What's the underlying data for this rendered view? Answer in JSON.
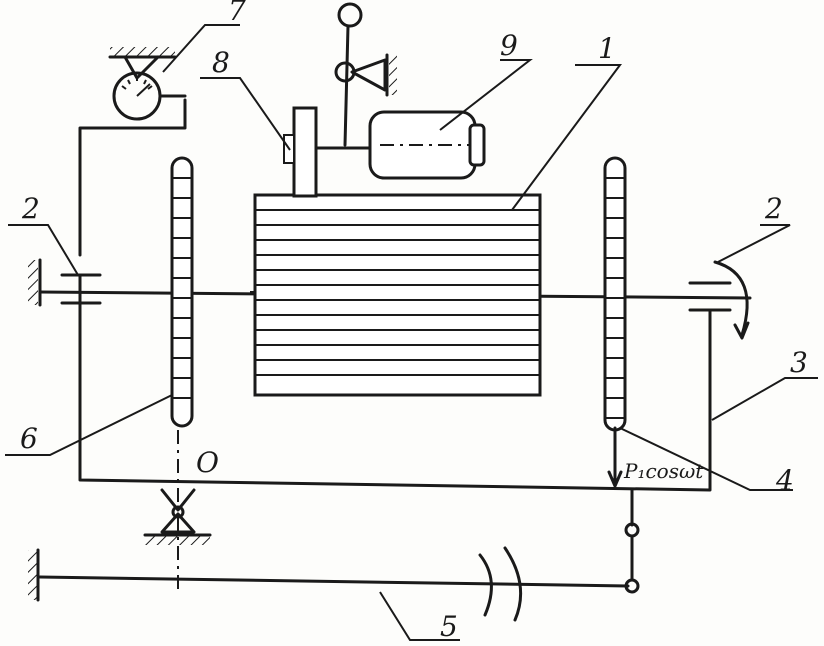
{
  "labels": {
    "l1": "1",
    "l2_left": "2",
    "l2_right": "2",
    "l3": "3",
    "l4": "4",
    "l5": "5",
    "l6": "6",
    "l7": "7",
    "l8": "8",
    "l9": "9",
    "origin": "O",
    "force": "P₁cosωt"
  }
}
